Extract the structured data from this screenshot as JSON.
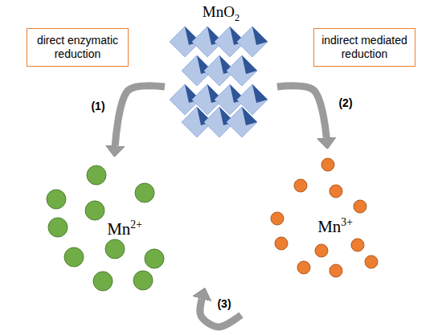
{
  "diagram": {
    "nodes": [
      {
        "text": [
          "direct enzymatic reduction"
        ]
      },
      {
        "text": [
          "MnO2"
        ]
      },
      {
        "text": [
          "indirect mediated reduction"
        ]
      },
      {
        "text": [
          "Mn2+"
        ]
      },
      {
        "text": [
          "Mn3+"
        ]
      }
    ],
    "edges": [
      {
        "from": 1,
        "to": 3,
        "label": "(1)",
        "arrow": "to"
      },
      {
        "from": 1,
        "to": 4,
        "label": "(2)",
        "arrow": "to"
      },
      {
        "from": 4,
        "to": 3,
        "label": "(3)",
        "arrow": "to"
      }
    ]
  }
}
